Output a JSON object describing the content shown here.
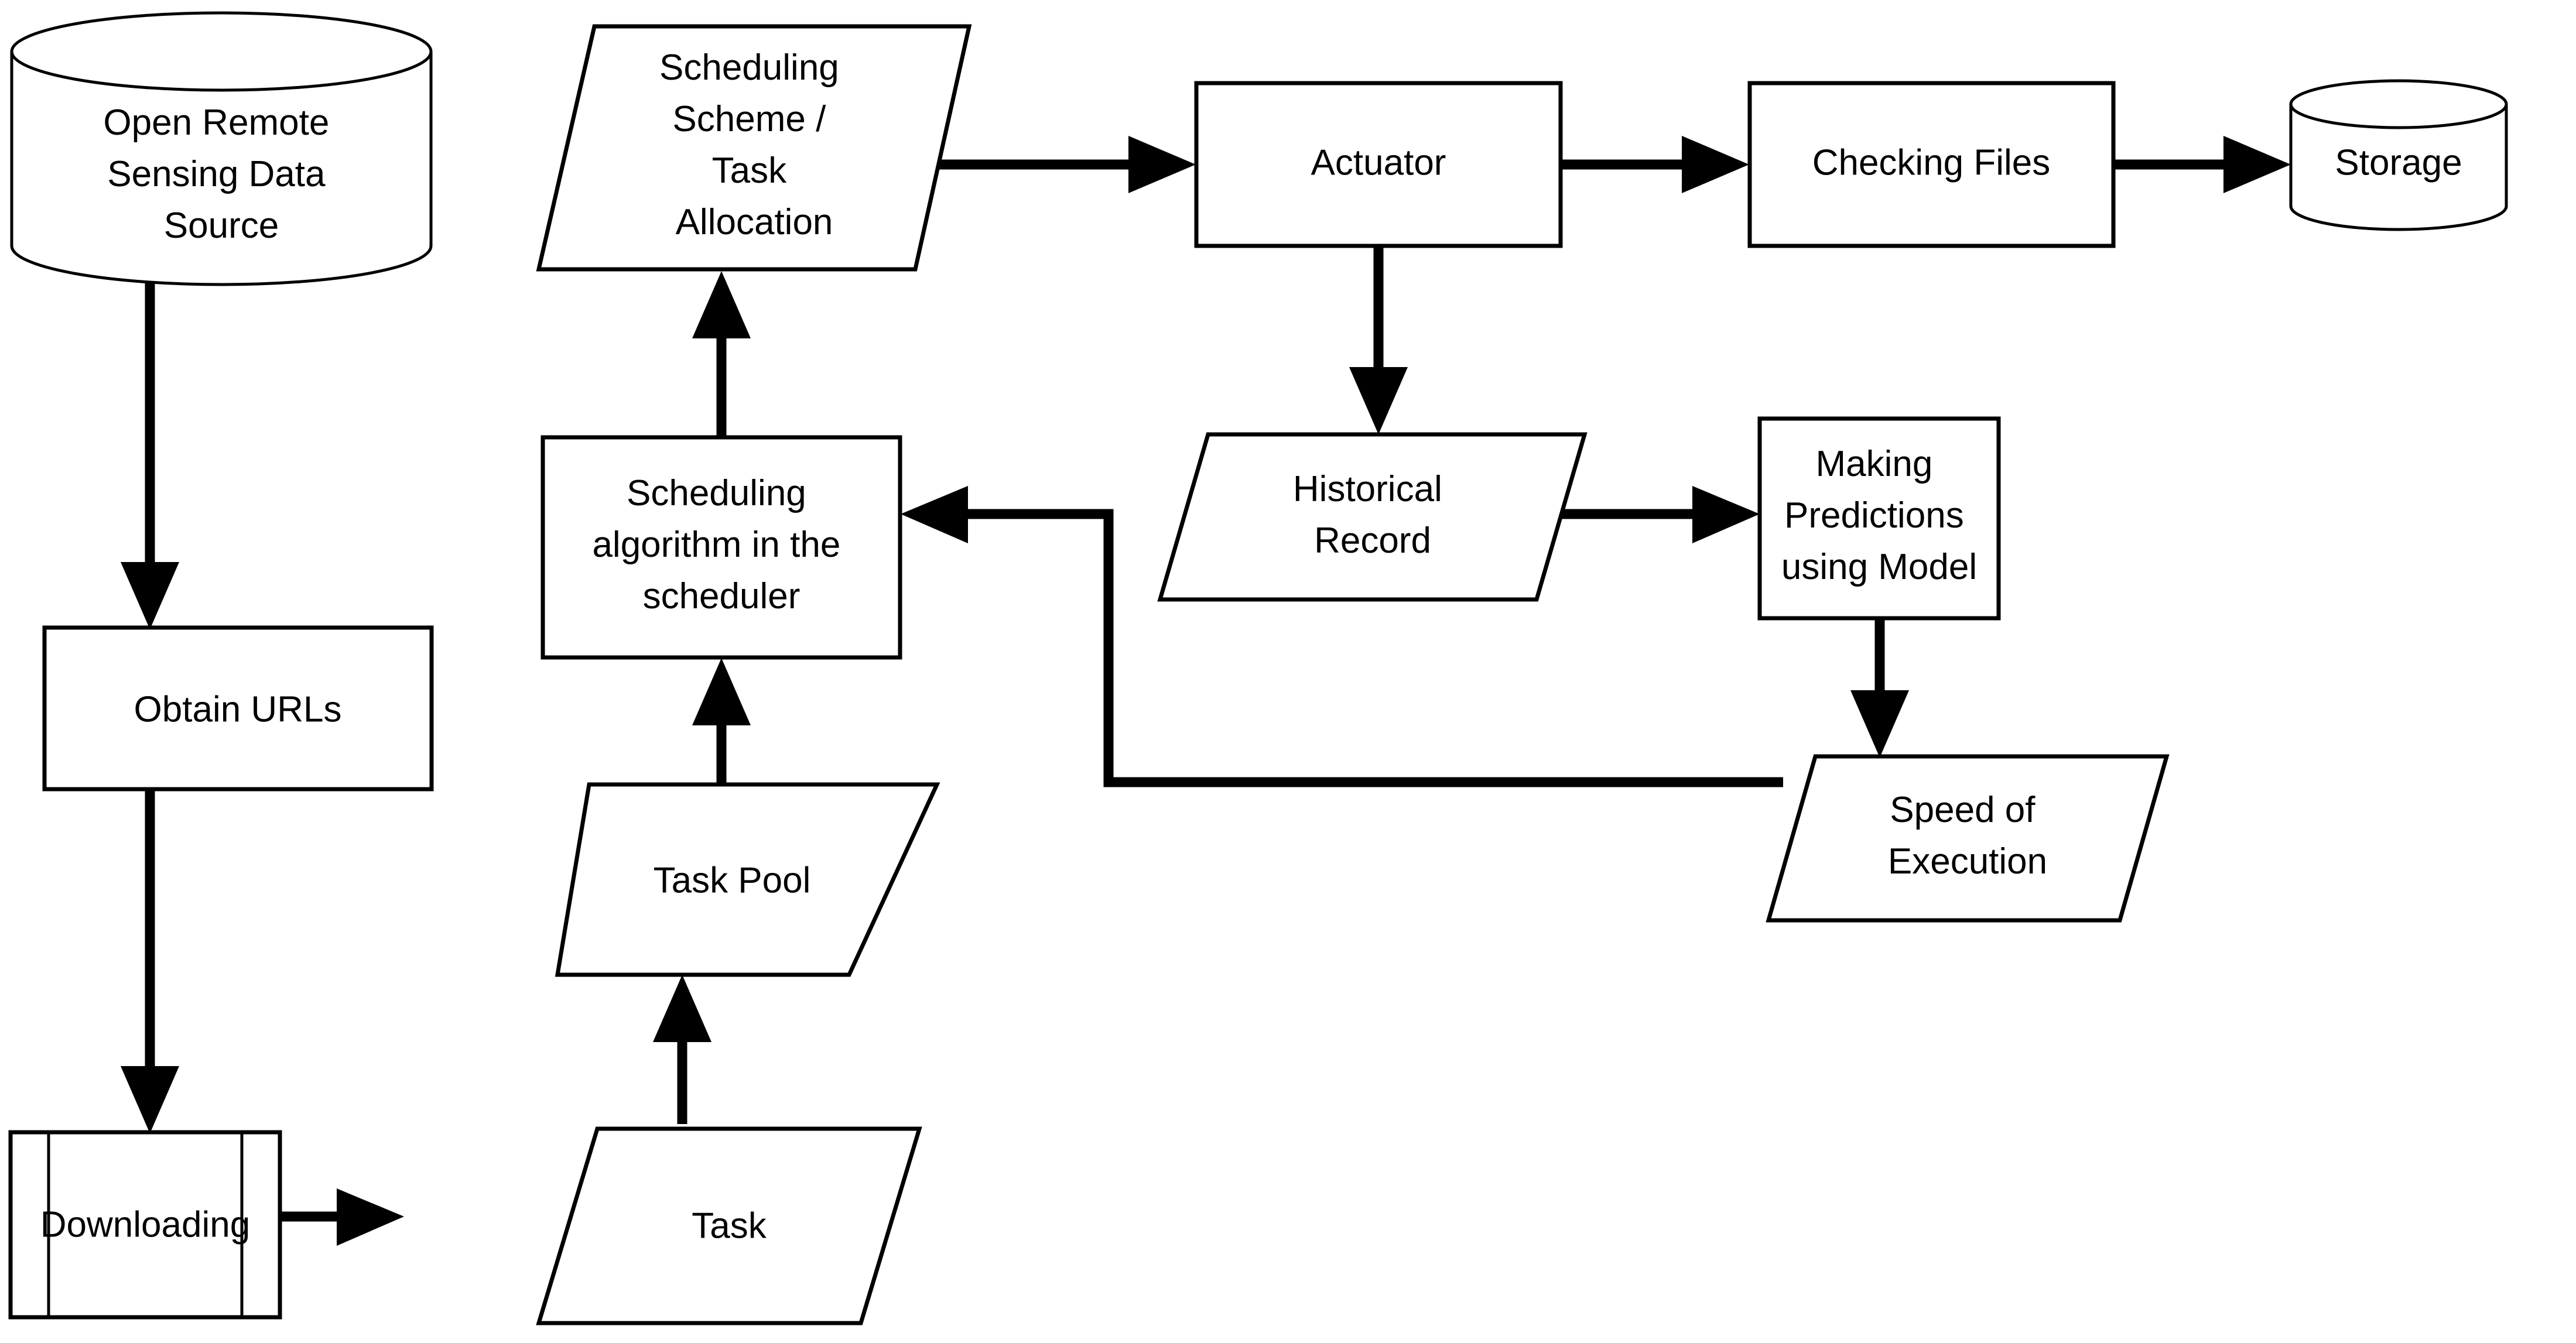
{
  "diagram": {
    "title": "Remote Sensing Data Download and Scheduling Flowchart",
    "background_color": "#ffffff",
    "stroke_color": "#000000",
    "nodes": [
      {
        "id": "open-remote-sensing-data-source",
        "label": "Open Remote\nSensing Data\nSource",
        "lines": [
          "Open Remote",
          "Sensing Data",
          "Source"
        ],
        "shape": "cylinder"
      },
      {
        "id": "obtain-urls",
        "label": "Obtain URLs",
        "lines": [
          "Obtain URLs"
        ],
        "shape": "rectangle"
      },
      {
        "id": "downloading",
        "label": "Downloading",
        "lines": [
          "Downloading"
        ],
        "shape": "predefined-process"
      },
      {
        "id": "task",
        "label": "Task",
        "lines": [
          "Task"
        ],
        "shape": "parallelogram"
      },
      {
        "id": "task-pool",
        "label": "Task Pool",
        "lines": [
          "Task Pool"
        ],
        "shape": "parallelogram"
      },
      {
        "id": "scheduling-algorithm-in-the-scheduler",
        "label": "Scheduling algorithm in the scheduler",
        "lines": [
          "Scheduling",
          "algorithm in the",
          "scheduler"
        ],
        "shape": "rectangle"
      },
      {
        "id": "scheduling-scheme-task-allocation",
        "label": "Scheduling Scheme / Task Allocation",
        "lines": [
          "Scheduling",
          "Scheme /",
          "Task",
          "Allocation"
        ],
        "shape": "parallelogram"
      },
      {
        "id": "actuator",
        "label": "Actuator",
        "lines": [
          "Actuator"
        ],
        "shape": "rectangle"
      },
      {
        "id": "checking-files",
        "label": "Checking Files",
        "lines": [
          "Checking Files"
        ],
        "shape": "rectangle"
      },
      {
        "id": "storage",
        "label": "Storage",
        "lines": [
          "Storage"
        ],
        "shape": "cylinder"
      },
      {
        "id": "historical-record",
        "label": "Historical Record",
        "lines": [
          "Historical",
          "Record"
        ],
        "shape": "parallelogram"
      },
      {
        "id": "making-predictions-using-model",
        "label": "Making Predictions using Model",
        "lines": [
          "Making",
          "Predictions",
          "using Model"
        ],
        "shape": "rectangle"
      },
      {
        "id": "speed-of-execution",
        "label": "Speed of Execution",
        "lines": [
          "Speed of",
          "Execution"
        ],
        "shape": "parallelogram"
      }
    ],
    "edges": [
      {
        "id": "edge-source-to-urls",
        "from": "open-remote-sensing-data-source",
        "to": "obtain-urls",
        "direction": "down"
      },
      {
        "id": "edge-urls-to-downloading",
        "from": "obtain-urls",
        "to": "downloading",
        "direction": "down"
      },
      {
        "id": "edge-downloading-to-task",
        "from": "downloading",
        "to": "task",
        "direction": "right"
      },
      {
        "id": "edge-task-to-task-pool",
        "from": "task",
        "to": "task-pool",
        "direction": "up"
      },
      {
        "id": "edge-task-pool-to-scheduler",
        "from": "task-pool",
        "to": "scheduling-algorithm-in-the-scheduler",
        "direction": "up"
      },
      {
        "id": "edge-scheduler-to-scheme",
        "from": "scheduling-algorithm-in-the-scheduler",
        "to": "scheduling-scheme-task-allocation",
        "direction": "up"
      },
      {
        "id": "edge-scheme-to-actuator",
        "from": "scheduling-scheme-task-allocation",
        "to": "actuator",
        "direction": "right"
      },
      {
        "id": "edge-actuator-to-checking-files",
        "from": "actuator",
        "to": "checking-files",
        "direction": "right"
      },
      {
        "id": "edge-checking-files-to-storage",
        "from": "checking-files",
        "to": "storage",
        "direction": "right"
      },
      {
        "id": "edge-actuator-to-historical-record",
        "from": "actuator",
        "to": "historical-record",
        "direction": "down"
      },
      {
        "id": "edge-historical-record-to-predictions",
        "from": "historical-record",
        "to": "making-predictions-using-model",
        "direction": "right"
      },
      {
        "id": "edge-predictions-to-speed",
        "from": "making-predictions-using-model",
        "to": "speed-of-execution",
        "direction": "down"
      },
      {
        "id": "edge-speed-to-scheduler",
        "from": "speed-of-execution",
        "to": "scheduling-algorithm-in-the-scheduler",
        "direction": "left-elbow"
      }
    ]
  }
}
